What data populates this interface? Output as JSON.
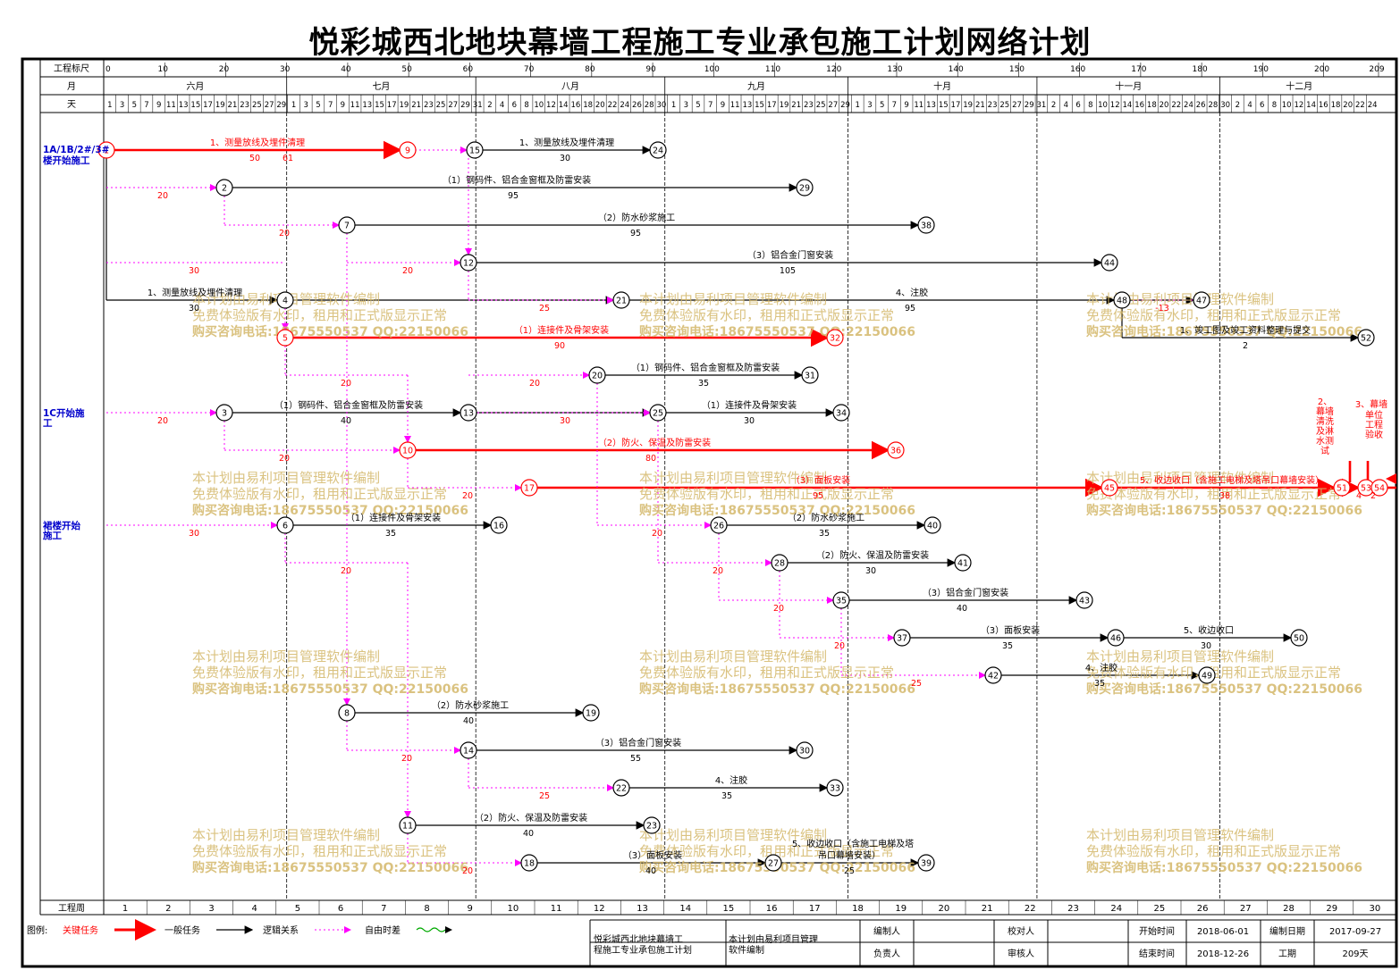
{
  "title": "悦彩城西北地块幕墙工程施工专业承包施工计划网络计划",
  "labels": {
    "ruler": "工程标尺",
    "month": "月",
    "day": "天",
    "week": "工程周"
  },
  "ruler_ticks": [
    "0",
    "10",
    "20",
    "30",
    "40",
    "50",
    "60",
    "70",
    "80",
    "90",
    "100",
    "110",
    "120",
    "130",
    "140",
    "150",
    "160",
    "170",
    "180",
    "190",
    "200",
    "209"
  ],
  "months": [
    "六月",
    "七月",
    "八月",
    "九月",
    "十月",
    "十一月",
    "十二月"
  ],
  "days": [
    "1",
    "3",
    "5",
    "7",
    "9",
    "11",
    "13",
    "15",
    "17",
    "19",
    "21",
    "23",
    "25",
    "27",
    "29",
    "1",
    "3",
    "5",
    "7",
    "9",
    "11",
    "13",
    "15",
    "17",
    "19",
    "21",
    "23",
    "25",
    "27",
    "29",
    "31",
    "2",
    "4",
    "6",
    "8",
    "10",
    "12",
    "14",
    "16",
    "18",
    "20",
    "22",
    "24",
    "26",
    "28",
    "30",
    "1",
    "3",
    "5",
    "7",
    "9",
    "11",
    "13",
    "15",
    "17",
    "19",
    "21",
    "23",
    "25",
    "27",
    "29",
    "1",
    "3",
    "5",
    "7",
    "9",
    "11",
    "13",
    "15",
    "17",
    "19",
    "21",
    "23",
    "25",
    "27",
    "29",
    "31",
    "2",
    "4",
    "6",
    "8",
    "10",
    "12",
    "14",
    "16",
    "18",
    "20",
    "22",
    "24",
    "26",
    "28",
    "30",
    "2",
    "4",
    "6",
    "8",
    "10",
    "12",
    "14",
    "16",
    "18",
    "20",
    "22",
    "24"
  ],
  "weeks": [
    "1",
    "2",
    "3",
    "4",
    "5",
    "6",
    "7",
    "8",
    "9",
    "10",
    "11",
    "12",
    "13",
    "14",
    "15",
    "16",
    "17",
    "18",
    "19",
    "20",
    "21",
    "22",
    "23",
    "24",
    "25",
    "26",
    "27",
    "28",
    "29",
    "30"
  ],
  "side_labels": {
    "a": "1A/1B/2#/3#",
    "a2": "楼开始施工",
    "c": "1C开始施",
    "c2": "工",
    "r": "裙楼开始",
    "r2": "施工"
  },
  "nodes": [
    "1",
    "2",
    "3",
    "4",
    "5",
    "6",
    "7",
    "8",
    "9",
    "10",
    "11",
    "12",
    "13",
    "14",
    "15",
    "16",
    "17",
    "18",
    "19",
    "20",
    "21",
    "22",
    "23",
    "24",
    "25",
    "26",
    "27",
    "28",
    "29",
    "30",
    "31",
    "32",
    "33",
    "34",
    "35",
    "36",
    "37",
    "38",
    "39",
    "40",
    "41",
    "42",
    "43",
    "44",
    "45",
    "46",
    "47",
    "48",
    "49",
    "50",
    "51",
    "52",
    "53",
    "54"
  ],
  "tasks": {
    "t1": "1、测量放线及埋件清理",
    "t2": "1、测量放线及埋件清理",
    "t3": "（1）钢码件、铝合金窗框及防雷安装",
    "t4": "（2）防水砂浆施工",
    "t5": "（3）铝合金门窗安装",
    "t6": "1、测量放线及埋件清理",
    "t7": "4、注胶",
    "t8": "（1）连接件及骨架安装",
    "t9": "1、竣工图及竣工资料整理与提交",
    "t10": "（1）钢码件、铝合金窗框及防雷安装",
    "t11": "（1）钢码件、铝合金窗框及防雷安装",
    "t12": "（1）连接件及骨架安装",
    "t13": "（2）防火、保温及防雷安装",
    "t14": "（3）面板安装",
    "t15": "5、收边收口（含施工电梯及塔吊口幕墙安装）",
    "t16": "（1）连接件及骨架安装",
    "t17": "（2）防水砂浆施工",
    "t18": "（2）防火、保温及防雷安装",
    "t19": "（3）铝合金门窗安装",
    "t20": "（3）面板安装",
    "t21": "5、收边收口",
    "t22": "4、注胶",
    "t23": "（2）防水砂浆施工",
    "t24": "（3）铝合金门窗安装",
    "t25": "4、注胶",
    "t26": "（2）防火、保温及防雷安装",
    "t27": "（3）面板安装",
    "t28": "5、收边收口（含施工电梯及塔",
    "t29": "吊口幕墙安装）",
    "t30": "2、幕墙清洗及淋水测试",
    "t31": "3、幕墙单位工程验收"
  },
  "durations": [
    "50",
    "61",
    "30",
    "20",
    "95",
    "20",
    "95",
    "30",
    "20",
    "105",
    "30",
    "25",
    "95",
    "90",
    "20",
    "20",
    "35",
    "20",
    "40",
    "30",
    "30",
    "20",
    "80",
    "20",
    "95",
    "-13",
    "38",
    "30",
    "35",
    "20",
    "20",
    "35",
    "20",
    "30",
    "20",
    "40",
    "20",
    "35",
    "30",
    "25",
    "35",
    "40",
    "20",
    "55",
    "25",
    "35",
    "40",
    "20",
    "40",
    "25",
    "2",
    "4",
    "2"
  ],
  "watermark": {
    "line1": "本计划由易利项目管理软件编制",
    "line2": "免费体验版有水印，租用和正式版显示正常",
    "line3": "购买咨询电话:18675550537 QQ:22150066"
  },
  "legend": {
    "label": "图例:",
    "critical": "关键任务",
    "normal": "一般任务",
    "logic": "逻辑关系",
    "free": "自由时差"
  },
  "footer": {
    "project": "悦彩城西北地块幕墙工程施工专业承包施工计划",
    "software": "本计划由易利项目管理软件编制",
    "editor_label": "编制人",
    "checker_label": "校对人",
    "start_label": "开始时间",
    "start_value": "2018-06-01",
    "date_label": "编制日期",
    "date_value": "2017-09-27",
    "owner_label": "负责人",
    "reviewer_label": "审核人",
    "end_label": "结束时间",
    "end_value": "2018-12-26",
    "duration_label": "工期",
    "duration_value": "209天"
  },
  "colors": {
    "critical": "#ff0000",
    "normal": "#000000",
    "free": "#ff00ff",
    "side_label": "#0000cc",
    "watermark": "#d4b86a",
    "float_line": "#00aa00"
  }
}
